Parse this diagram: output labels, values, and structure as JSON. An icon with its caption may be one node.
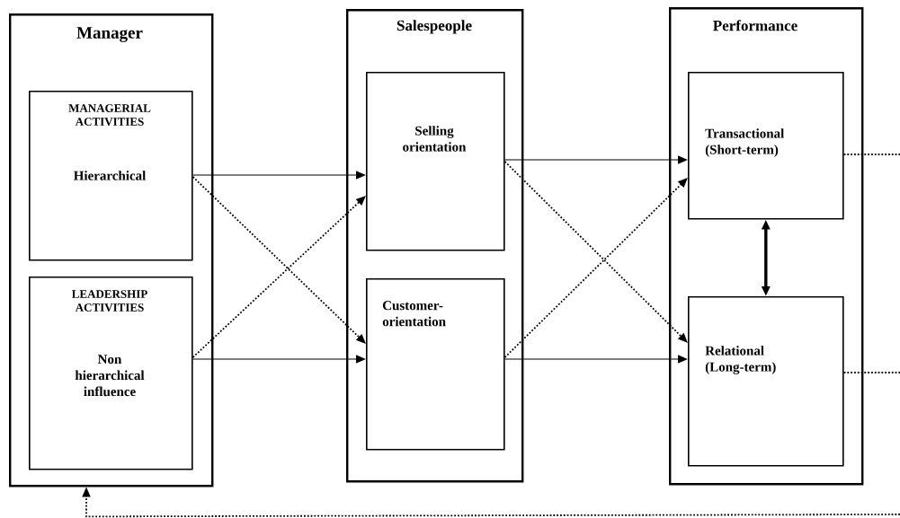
{
  "diagram": {
    "nodes": [
      {
        "text": [
          "Manager"
        ]
      },
      {
        "text": [
          "MANAGERIAL ACTIVITIES",
          "Hierarchical"
        ],
        "in": 0
      },
      {
        "text": [
          "LEADERSHIP ACTIVITIES",
          "Non hierarchical influence"
        ],
        "in": 0
      },
      {
        "text": [
          "Salespeople"
        ]
      },
      {
        "text": [
          "Selling orientation"
        ],
        "in": 3
      },
      {
        "text": [
          "Customer-orientation"
        ],
        "in": 3
      },
      {
        "text": [
          "Performance"
        ]
      },
      {
        "text": [
          "Transactional (Short-term)"
        ],
        "in": 6
      },
      {
        "text": [
          "Relational (Long-term)"
        ],
        "in": 6
      }
    ],
    "edges": [
      {
        "from": 1,
        "to": 4,
        "arrow": "to"
      },
      {
        "from": 1,
        "to": 5,
        "arrow": "to",
        "style": "dashed"
      },
      {
        "from": 2,
        "to": 4,
        "arrow": "to",
        "style": "dashed"
      },
      {
        "from": 2,
        "to": 5,
        "arrow": "to"
      },
      {
        "from": 4,
        "to": 7,
        "arrow": "to"
      },
      {
        "from": 4,
        "to": 8,
        "arrow": "to",
        "style": "dashed"
      },
      {
        "from": 5,
        "to": 7,
        "arrow": "to",
        "style": "dashed"
      },
      {
        "from": 5,
        "to": 8,
        "arrow": "to"
      },
      {
        "from": 7,
        "to": 8,
        "arrow": "both",
        "style": "thick"
      },
      {
        "from": 7,
        "to": null,
        "arrow": "none",
        "style": "dashed"
      },
      {
        "from": 8,
        "to": null,
        "arrow": "none",
        "style": "dashed"
      },
      {
        "from": null,
        "to": 0,
        "arrow": "to",
        "style": "dashed"
      }
    ]
  }
}
